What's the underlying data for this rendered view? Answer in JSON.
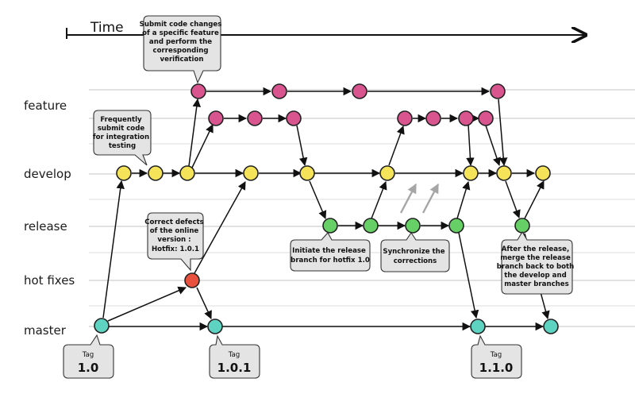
{
  "time_label": "Time",
  "lanes": [
    {
      "key": "feature",
      "label": "feature"
    },
    {
      "key": "develop",
      "label": "develop"
    },
    {
      "key": "release",
      "label": "release"
    },
    {
      "key": "hotfixes",
      "label": "hot fixes"
    },
    {
      "key": "master",
      "label": "master"
    }
  ],
  "colors": {
    "feature": "#d9558f",
    "develop": "#f5e35a",
    "release": "#66d066",
    "hotfix": "#e8513e",
    "master": "#5ed3c2",
    "callout_fill": "#e4e4e4"
  },
  "callouts": [
    {
      "id": "callout-feature",
      "lines": [
        "Submit code changes",
        "of a specific feature",
        "and perform the",
        "corresponding",
        "verification"
      ]
    },
    {
      "id": "callout-integration",
      "lines": [
        "Frequently",
        "submit code",
        "for integration",
        "testing"
      ]
    },
    {
      "id": "callout-hotfix",
      "lines": [
        "Correct defects",
        "of the online",
        "version :",
        "Hotfix: 1.0.1"
      ]
    },
    {
      "id": "callout-release",
      "lines": [
        "Initiate the release",
        "branch for hotfix 1.0"
      ]
    },
    {
      "id": "callout-sync",
      "lines": [
        "Synchronize the",
        "corrections"
      ]
    },
    {
      "id": "callout-merge",
      "lines": [
        "After the release,",
        "merge the release",
        "branch back to both",
        "the develop and",
        "master branches"
      ]
    }
  ],
  "tags": [
    {
      "id": "tag-1-0",
      "title": "Tag",
      "version": "1.0"
    },
    {
      "id": "tag-1-0-1",
      "title": "Tag",
      "version": "1.0.1"
    },
    {
      "id": "tag-1-1-0",
      "title": "Tag",
      "version": "1.1.0"
    }
  ]
}
